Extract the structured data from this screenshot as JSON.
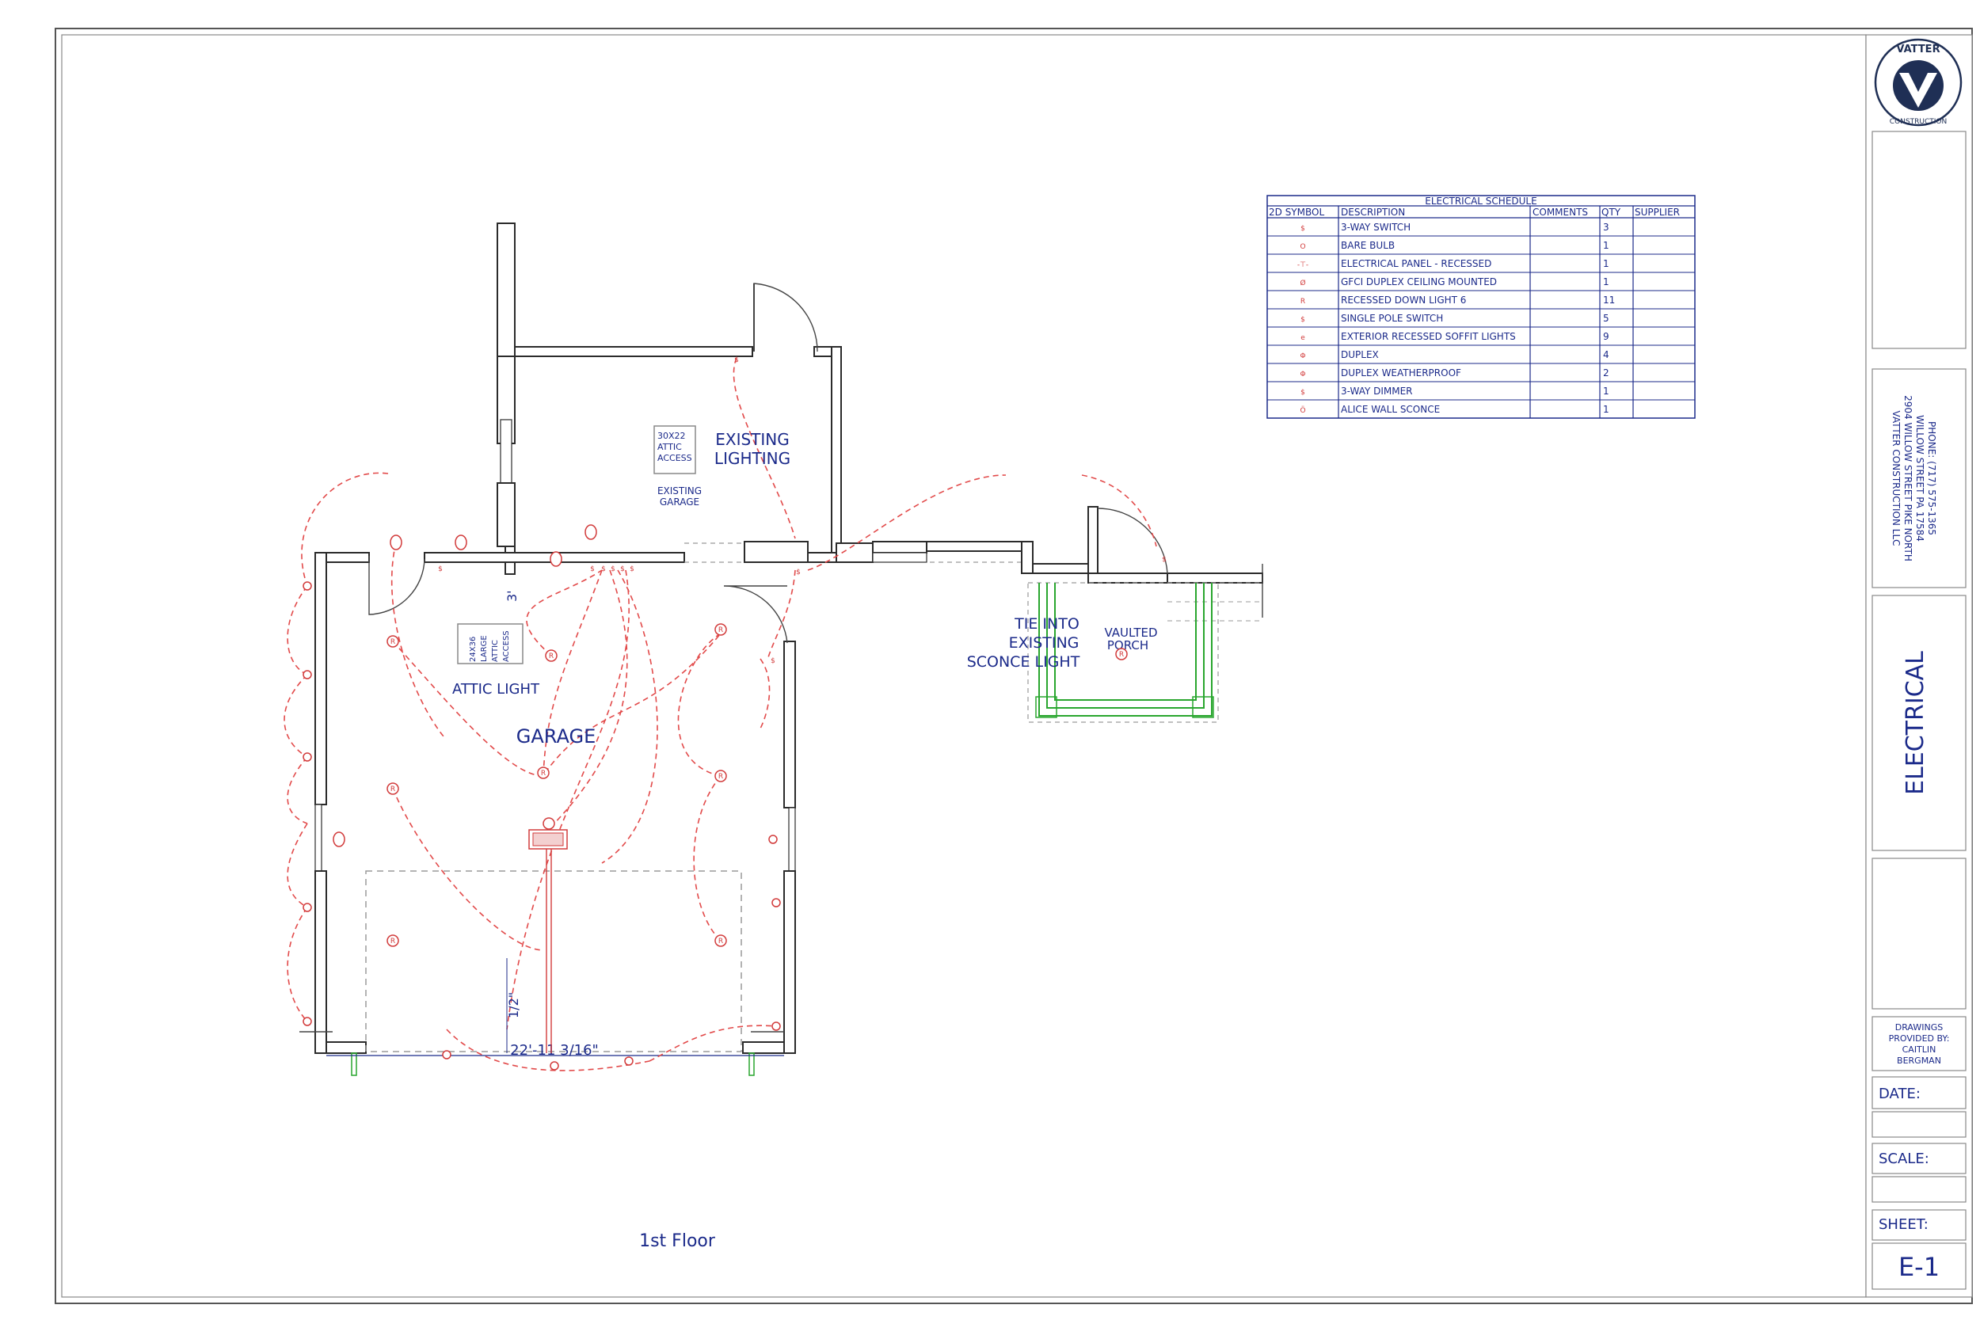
{
  "plan": {
    "title": "1st Floor",
    "labels": {
      "garage": "GARAGE",
      "existing_lighting_line1": "EXISTING",
      "existing_lighting_line2": "LIGHTING",
      "existing_garage_line1": "EXISTING",
      "existing_garage_line2": "GARAGE",
      "attic_access_small_1": "30X22",
      "attic_access_small_2": "ATTIC",
      "attic_access_small_3": "ACCESS",
      "attic_access_large_1": "24X36",
      "attic_access_large_2": "LARGE",
      "attic_access_large_3": "ATTIC",
      "attic_access_large_4": "ACCESS",
      "attic_light": "ATTIC LIGHT",
      "tie_into_1": "TIE INTO",
      "tie_into_2": "EXISTING",
      "tie_into_3": "SCONCE LIGHT",
      "vaulted_1": "VAULTED",
      "vaulted_2": "PORCH",
      "dim_width": "22'-11 3/16\"",
      "dim_half": "1/2\"",
      "dim_three": "3'"
    }
  },
  "schedule": {
    "title": "ELECTRICAL SCHEDULE",
    "headers": [
      "2D SYMBOL",
      "DESCRIPTION",
      "COMMENTS",
      "QTY",
      "SUPPLIER"
    ],
    "rows": [
      {
        "symbol": "$",
        "description": "3-WAY SWITCH",
        "qty": "3"
      },
      {
        "symbol": "O",
        "description": "BARE BULB",
        "qty": "1"
      },
      {
        "symbol": "-⊤-",
        "description": "ELECTRICAL PANEL - RECESSED",
        "qty": "1"
      },
      {
        "symbol": "Ø",
        "description": "GFCI DUPLEX CEILING MOUNTED",
        "qty": "1"
      },
      {
        "symbol": "R",
        "description": "RECESSED DOWN LIGHT 6",
        "qty": "11"
      },
      {
        "symbol": "$",
        "description": "SINGLE POLE SWITCH",
        "qty": "5"
      },
      {
        "symbol": "e",
        "description": "EXTERIOR RECESSED SOFFIT LIGHTS",
        "qty": "9"
      },
      {
        "symbol": "Φ",
        "description": "DUPLEX",
        "qty": "4"
      },
      {
        "symbol": "Φ",
        "description": "DUPLEX WEATHERPROOF",
        "qty": "2"
      },
      {
        "symbol": "$",
        "description": "3-WAY DIMMER",
        "qty": "1"
      },
      {
        "symbol": "Ö",
        "description": "ALICE WALL SCONCE",
        "qty": "1"
      }
    ]
  },
  "title_block": {
    "logo_text_top": "VATTER",
    "logo_text_bottom": "CONSTRUCTION",
    "company_line1": "VATTER CONSTRUCTION LLC",
    "company_line2": "2904 WILLOW STREET PIKE NORTH",
    "company_line3": "WILLOW STREET PA 17584",
    "company_line4": "PHONE: (717) 575-1365",
    "sheet_name": "ELECTRICAL",
    "drawings_line1": "DRAWINGS",
    "drawings_line2": "PROVIDED BY:",
    "drawings_line3": "CAITLIN",
    "drawings_line4": "BERGMAN",
    "date_label": "DATE:",
    "scale_label": "SCALE:",
    "sheet_label": "SHEET:",
    "sheet_number": "E-1"
  },
  "colors": {
    "ink_blue": "#1b2a8a",
    "wire_red": "#e24a4a",
    "porch_green": "#29a62e"
  }
}
